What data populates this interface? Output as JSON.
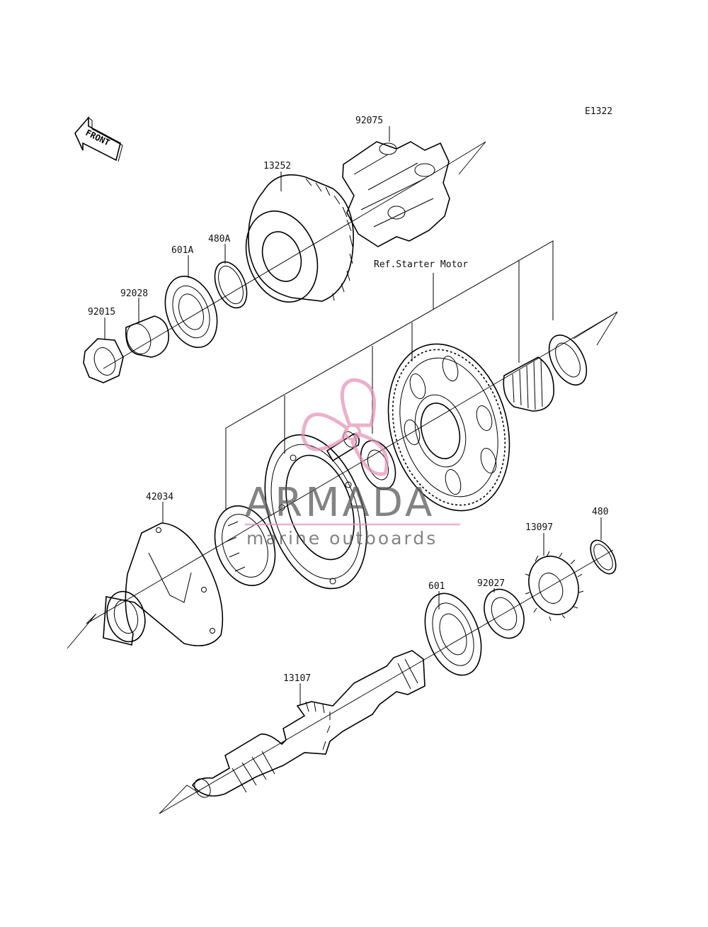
{
  "diagram": {
    "code": "E1322",
    "front_label": "FRONT",
    "reference_label": "Ref.Starter Motor",
    "part_labels": [
      {
        "id": "92075",
        "text": "92075"
      },
      {
        "id": "13252",
        "text": "13252"
      },
      {
        "id": "480A",
        "text": "480A"
      },
      {
        "id": "601A",
        "text": "601A"
      },
      {
        "id": "92028",
        "text": "92028"
      },
      {
        "id": "92015",
        "text": "92015"
      },
      {
        "id": "42034",
        "text": "42034"
      },
      {
        "id": "480",
        "text": "480"
      },
      {
        "id": "13097",
        "text": "13097"
      },
      {
        "id": "92027",
        "text": "92027"
      },
      {
        "id": "601",
        "text": "601"
      },
      {
        "id": "13107",
        "text": "13107"
      }
    ]
  },
  "watermark": {
    "brand": "ARMADA",
    "tagline": "marine outboards",
    "logo_color": "#e58fb5"
  }
}
